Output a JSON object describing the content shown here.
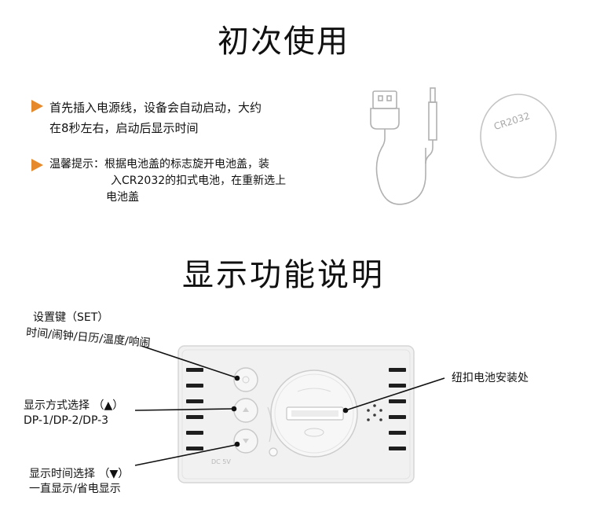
{
  "section1": {
    "title": "初次使用",
    "step1_line1": "首先插入电源线，设备会自动启动，大约",
    "step1_line2": "在8秒左右，启动后显示时间",
    "tip_line1": "温馨提示：根据电池盖的标志旋开电池盖，装",
    "tip_line2": "入CR2032的扣式电池，在重新选上",
    "tip_line3": "电池盖",
    "battery_marking": "CR2032"
  },
  "section2": {
    "title": "显示功能说明",
    "set_key_line1": "设置键（SET）",
    "set_key_line2": "时间/闹钟/日历/温度/响闹",
    "display_mode_line1": "显示方式选择 （▲）",
    "display_mode_line2": "DP-1/DP-2/DP-3",
    "display_time_line1": "显示时间选择 （▼）",
    "display_time_line2": "一直显示/省电显示",
    "battery_location": "纽扣电池安装处",
    "device_marking": "DC 5V"
  },
  "colors": {
    "bullet": "#e6892a",
    "device_body": "#f1f1f1",
    "line_art": "#b0b0b0"
  }
}
